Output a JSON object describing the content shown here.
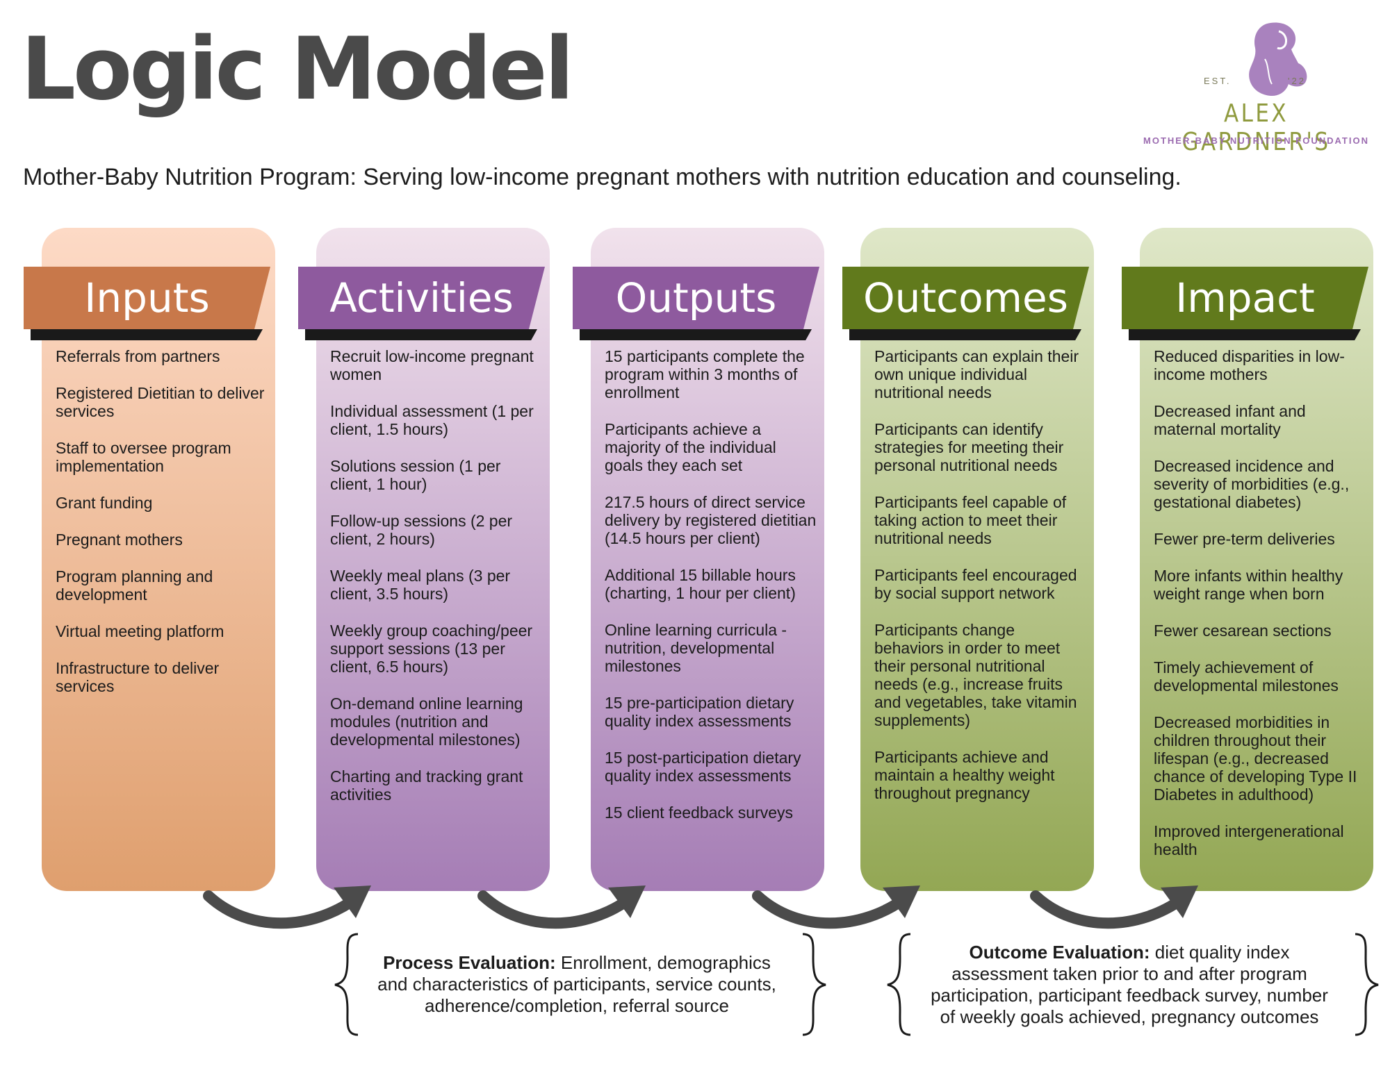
{
  "page": {
    "title": "Logic Model",
    "subtitle": "Mother-Baby Nutrition Program: Serving low-income pregnant mothers with nutrition education and counseling."
  },
  "logo": {
    "est": "EST.",
    "year": "'22",
    "name": "ALEX GARDNER'S",
    "sub": "MOTHER-BABY NUTRITION FOUNDATION",
    "icon": "pregnant-mother-silhouette-icon",
    "color_name": "#8f9a3e",
    "color_mark": "#9b6bb0"
  },
  "columns": [
    {
      "title": "Inputs",
      "header_color": "#c8784a",
      "items": [
        "Referrals from partners",
        "Registered Dietitian to deliver services",
        "Staff to oversee program implementation",
        "Grant funding",
        "Pregnant mothers",
        "Program planning and development",
        "Virtual meeting platform",
        "Infrastructure to deliver services"
      ]
    },
    {
      "title": "Activities",
      "header_color": "#8e5a9e",
      "items": [
        "Recruit low-income pregnant women",
        "Individual assessment (1 per client, 1.5 hours)",
        "Solutions session (1 per client, 1 hour)",
        "Follow-up sessions (2 per client, 2 hours)",
        "Weekly meal plans (3 per client, 3.5 hours)",
        "Weekly group coaching/peer support sessions (13 per client, 6.5 hours)",
        "On-demand online learning modules (nutrition and developmental milestones)",
        "Charting and tracking grant activities"
      ]
    },
    {
      "title": "Outputs",
      "header_color": "#8e5a9e",
      "items": [
        "15 participants complete the program within 3 months of enrollment",
        "Participants achieve a majority of the individual goals they each set",
        "217.5 hours of direct service delivery by registered dietitian (14.5 hours per client)",
        "Additional 15 billable hours (charting, 1 hour per client)",
        "Online learning curricula - nutrition, developmental milestones",
        "15 pre-participation dietary quality index assessments",
        "15 post-participation dietary quality index assessments",
        "15 client feedback surveys"
      ]
    },
    {
      "title": "Outcomes",
      "header_color": "#617a1c",
      "items": [
        "Participants can explain their own unique individual nutritional needs",
        "Participants can identify strategies for meeting their personal nutritional needs",
        "Participants feel capable of taking action to meet their nutritional needs",
        "Participants feel encouraged by social support network",
        "Participants change behaviors in order to meet their personal nutritional needs (e.g., increase fruits and vegetables, take vitamin supplements)",
        "Participants achieve and maintain a healthy weight throughout pregnancy"
      ]
    },
    {
      "title": "Impact",
      "header_color": "#617a1c",
      "items": [
        "Reduced disparities in low-income mothers",
        "Decreased infant and maternal mortality",
        "Decreased incidence and severity of morbidities (e.g., gestational diabetes)",
        "Fewer pre-term deliveries",
        "More infants within healthy weight range when born",
        "Fewer cesarean sections",
        "Timely achievement of developmental milestones",
        "Decreased morbidities in children throughout their lifespan (e.g., decreased chance of developing Type II Diabetes in adulthood)",
        "Improved intergenerational health"
      ]
    }
  ],
  "evaluations": {
    "process": {
      "label": "Process Evaluation:",
      "text": " Enrollment, demographics and characteristics of participants, service counts, adherence/completion, referral source"
    },
    "outcome": {
      "label": "Outcome Evaluation:",
      "text": " diet quality index assessment taken prior to and after program participation, participant feedback survey, number of weekly goals achieved, pregnancy outcomes"
    }
  },
  "colors": {
    "title": "#4a4a4a",
    "arrow": "#4b4b4b"
  }
}
